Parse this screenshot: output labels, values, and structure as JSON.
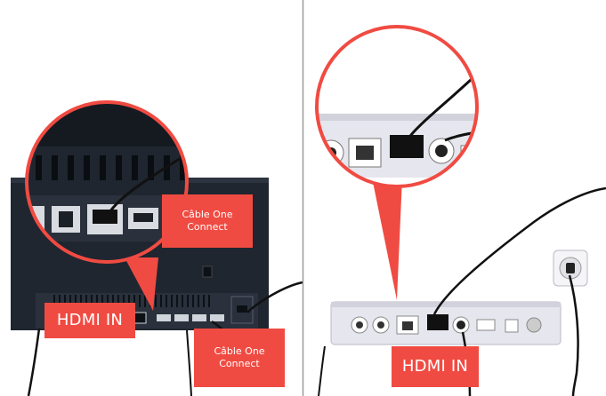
{
  "labels": {
    "left_hdmi": "HDMI IN",
    "left_cable_top": "Câble One\nConnect",
    "left_cable_bottom": "Câble One\nConnect",
    "right_hdmi": "HDMI IN"
  },
  "colors": {
    "accent": "#f04b42",
    "divider": "#9a9a9a",
    "tv_dark": "#1f2630",
    "box_light": "#e6e6ee",
    "cable": "#111111"
  },
  "icons": {
    "divider": "vertical-divider",
    "ports": "port-icons",
    "wall_socket": "power-socket-icon"
  }
}
